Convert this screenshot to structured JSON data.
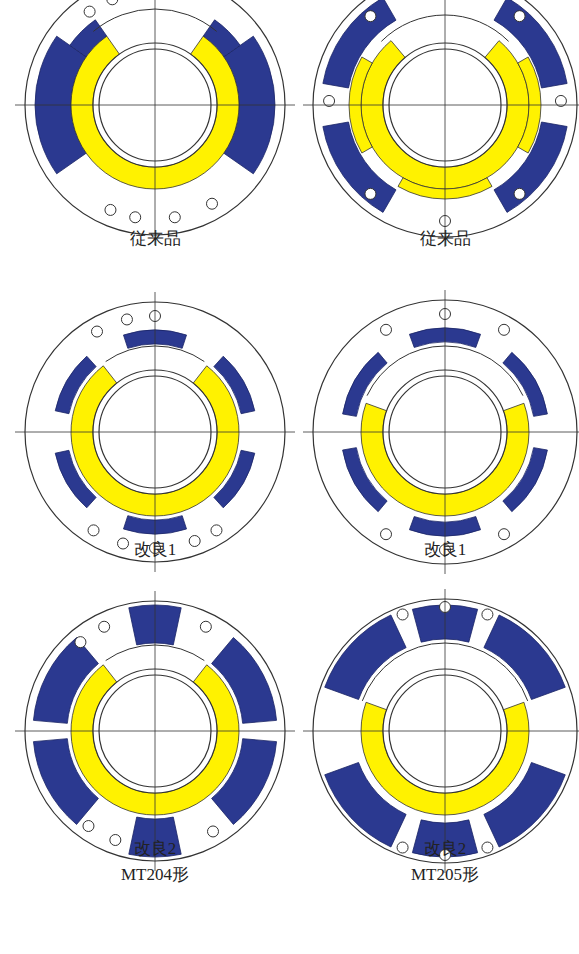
{
  "diagram": {
    "labels": [
      "従来品",
      "従来品",
      "改良1",
      "改良1",
      "改良2 MT204形",
      "改良2 MT205形"
    ]
  }
}
